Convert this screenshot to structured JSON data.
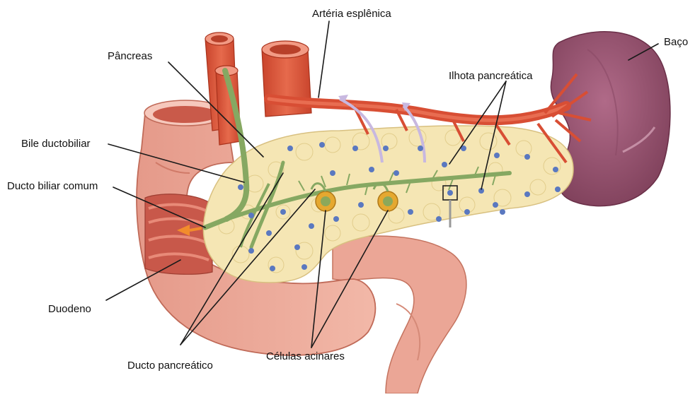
{
  "labels": {
    "arteria": "Artéria esplênica",
    "baco": "Baço",
    "pancreas": "Pâncreas",
    "ilhota": "Ilhota pancreática",
    "bile": "Bile ductobiliar",
    "ducto_biliar": "Ducto biliar comum",
    "duodeno": "Duodeno",
    "ducto_pancreatico": "Ducto pancreático",
    "celulas": "Células acinares"
  },
  "colors": {
    "intestine": "#e8a090",
    "intestine_dark": "#c86a5a",
    "pancreas": "#f4e4b0",
    "artery": "#d9553c",
    "spleen": "#9b5670",
    "duct": "#8aae6a",
    "islet": "#5a78c0"
  }
}
